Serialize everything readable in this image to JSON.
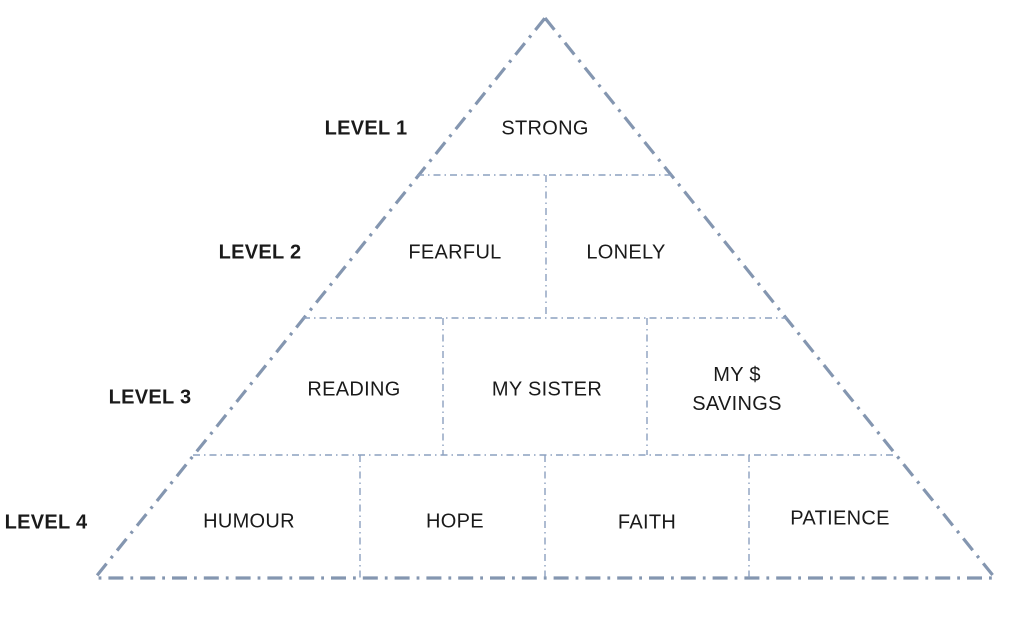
{
  "diagram": {
    "type": "pyramid",
    "colors": {
      "line_outer": "#8496B0",
      "line_inner": "#8CA0BF",
      "text": "#1A1A1A"
    },
    "levels": [
      {
        "label": "LEVEL 1",
        "items": [
          "STRONG"
        ]
      },
      {
        "label": "LEVEL 2",
        "items": [
          "FEARFUL",
          "LONELY"
        ]
      },
      {
        "label": "LEVEL 3",
        "items": [
          "READING",
          "MY SISTER",
          "MY $ SAVINGS"
        ]
      },
      {
        "label": "LEVEL 4",
        "items": [
          "HUMOUR",
          "HOPE",
          "FAITH",
          "PATIENCE"
        ]
      }
    ]
  }
}
